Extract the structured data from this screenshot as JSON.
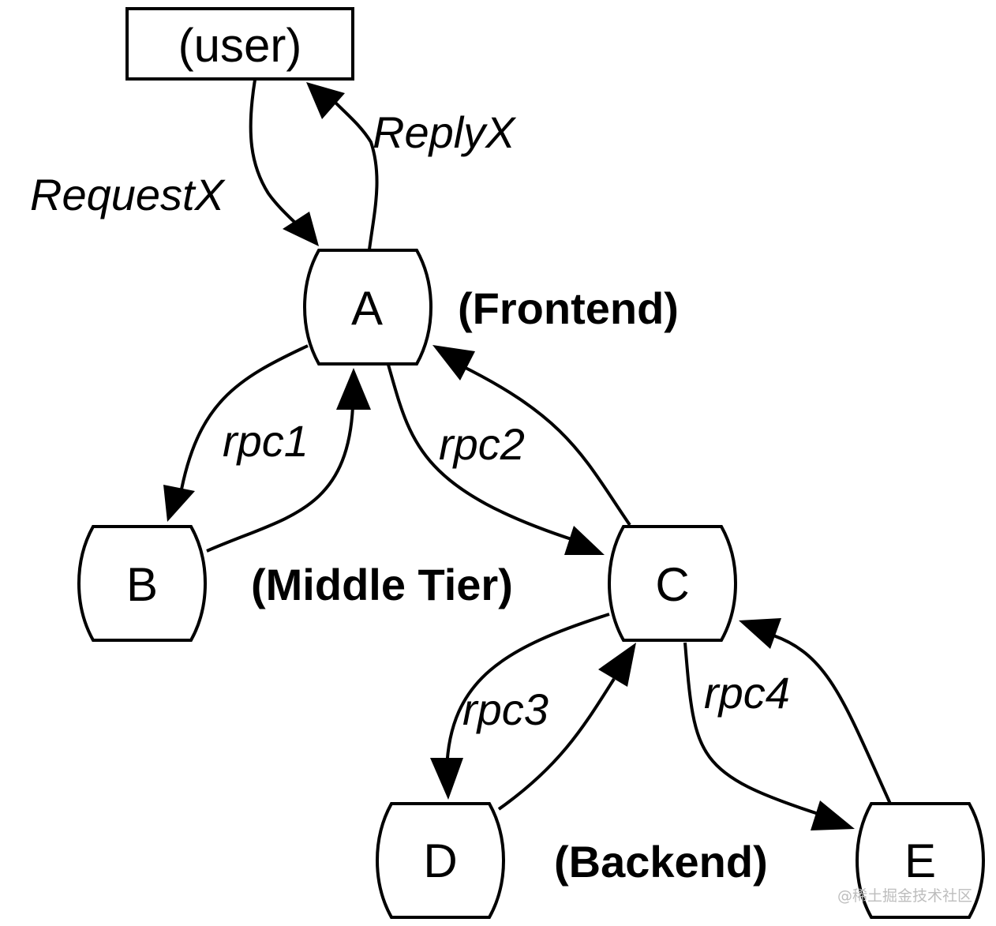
{
  "nodes": {
    "user": "(user)",
    "a": "A",
    "b": "B",
    "c": "C",
    "d": "D",
    "e": "E"
  },
  "tiers": {
    "frontend": "(Frontend)",
    "middle": "(Middle Tier)",
    "backend": "(Backend)"
  },
  "edges": {
    "request": "RequestX",
    "reply": "ReplyX",
    "rpc1": "rpc1",
    "rpc2": "rpc2",
    "rpc3": "rpc3",
    "rpc4": "rpc4"
  },
  "watermark": "@稀土掘金技术社区"
}
